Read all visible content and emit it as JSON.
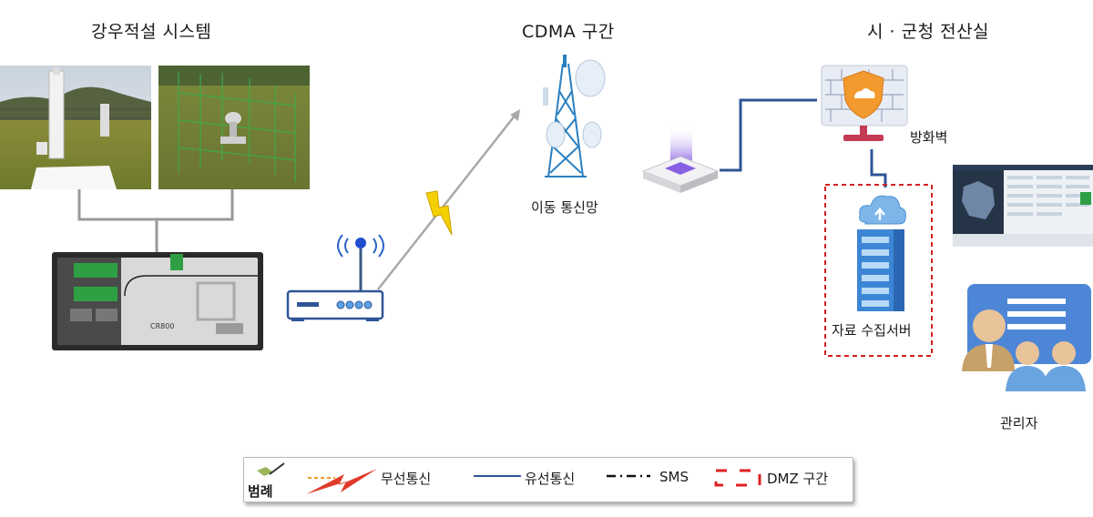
{
  "sections": {
    "rain_snow_system": "강우적설 시스템",
    "cdma_zone": "CDMA 구간",
    "city_county_room": "시 · 군청 전산실"
  },
  "nodes": {
    "mobile_network": "이동 통신망",
    "firewall": "방화벽",
    "data_server": "자료 수집서버",
    "manager": "관리자",
    "logger_model": "CR800"
  },
  "legend": {
    "title": "범례",
    "wireless": "무선통신",
    "wired": "유선통신",
    "sms": "SMS",
    "dmz": "DMZ 구간"
  },
  "colors": {
    "wired_line": "#2f5597",
    "gray_line": "#9a9a9a",
    "dmz_border": "#d42020",
    "wireless_bolt": "#f5d000",
    "legend_wireless": "#e03a2a"
  }
}
